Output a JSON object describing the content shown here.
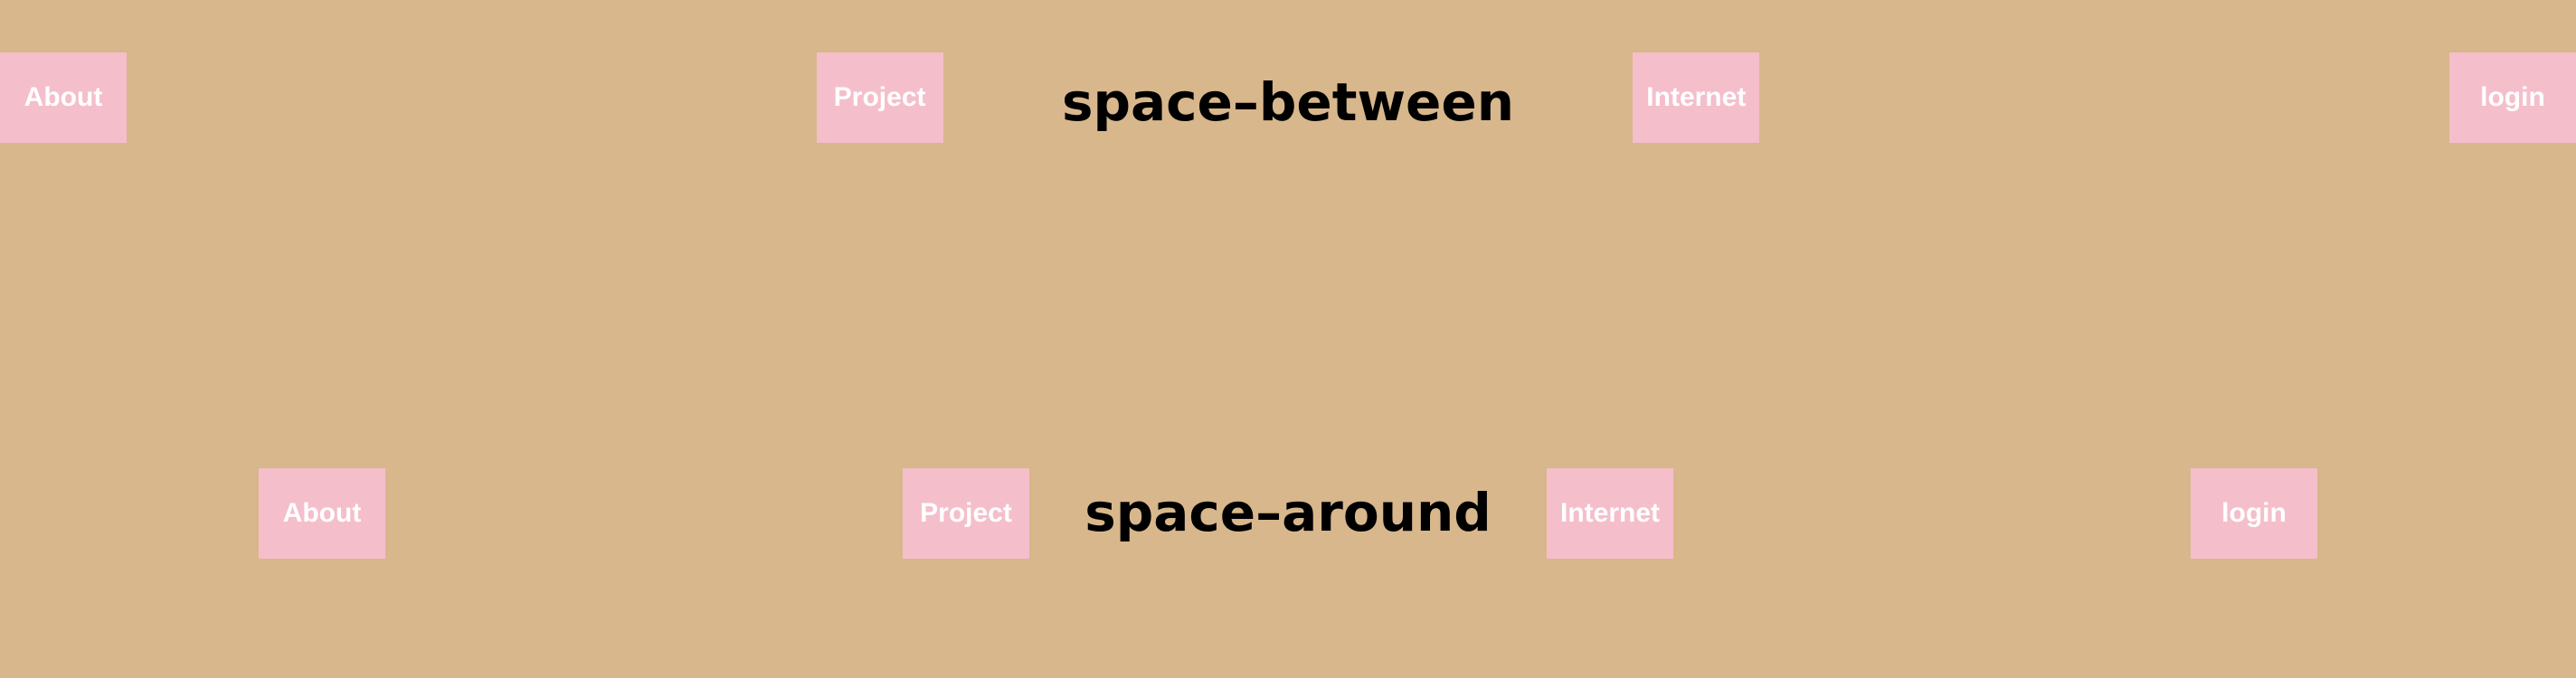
{
  "colors": {
    "background": "#d8b78c",
    "button_bg": "#f4bfcb",
    "button_text": "#ffffff",
    "heading_text": "#000000"
  },
  "sections": {
    "between": {
      "title": "space–between",
      "items": [
        "About",
        "Project",
        "Internet",
        "login"
      ]
    },
    "around": {
      "title": "space–around",
      "items": [
        "About",
        "Project",
        "Internet",
        "login"
      ]
    }
  }
}
